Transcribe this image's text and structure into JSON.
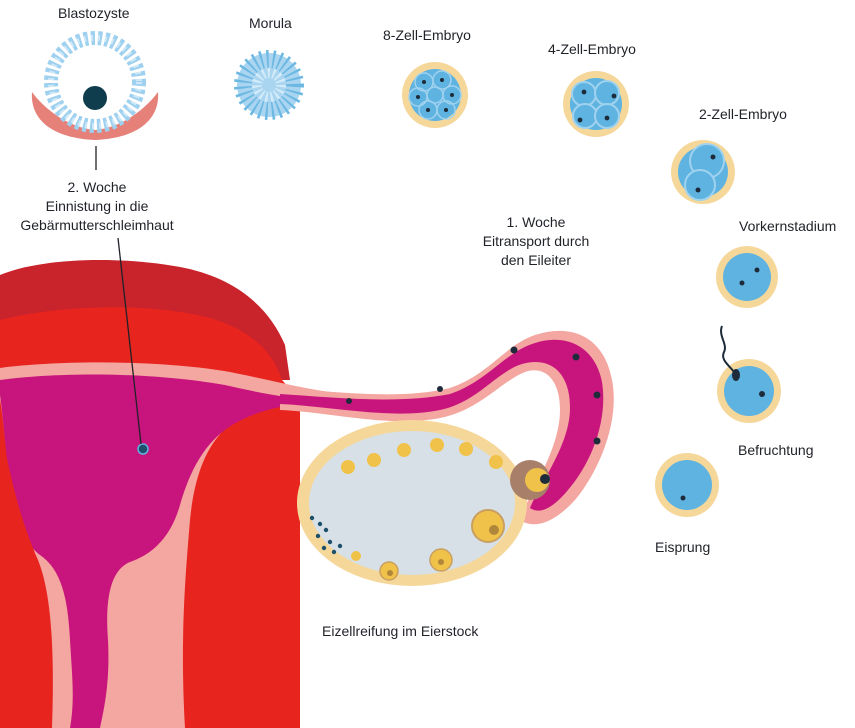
{
  "labels": {
    "blastozyste": "Blastozyste",
    "morula": "Morula",
    "acht_zell": "8-Zell-Embryo",
    "vier_zell": "4-Zell-Embryo",
    "zwei_zell": "2-Zell-Embryo",
    "vorkern": "Vorkernstadium",
    "befruchtung": "Befruchtung",
    "eisprung": "Eisprung",
    "eizellreifung": "Eizellreifung im Eierstock",
    "woche2": [
      "2. Woche",
      "Einnistung in die",
      "Gebärmutterschleimhaut"
    ],
    "woche1": [
      "1. Woche",
      "Eitransport durch",
      "den Eileiter"
    ]
  },
  "colors": {
    "uterus_red": "#e8241f",
    "uterus_dark": "#c9232b",
    "endometrium_pink": "#f4a6a0",
    "cavity_magenta": "#c8157d",
    "cell_blue": "#5fb3e0",
    "zona_yellow": "#f6d79a",
    "ovary_grey": "#d6e0e6",
    "follicle_yellow": "#f1c24a",
    "nucleus_dark": "#1d2b3a"
  }
}
